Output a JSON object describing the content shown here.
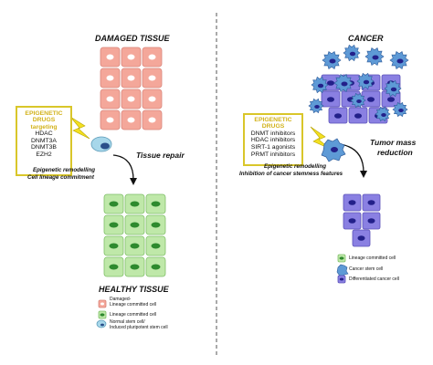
{
  "left_panel": {
    "title": "DAMAGED TISSUE",
    "drugs_box": {
      "heading": [
        "EPIGENETIC",
        "DRUGS"
      ],
      "targeting": "targeting",
      "items": [
        "HDAC",
        "DNMT3A",
        "DNMT3B",
        "EZH2"
      ]
    },
    "step_label": "Tissue repair",
    "process_lines": [
      "Epigenetic remodelling",
      "Cell lineage commitment"
    ],
    "result_title": "HEALTHY TISSUE"
  },
  "right_panel": {
    "title": "CANCER",
    "drugs_box": {
      "heading": [
        "EPIGENETIC",
        "DRUGS"
      ],
      "items": [
        "DNMT inhibitors",
        "HDAC inhibitors",
        "SIRT-1 agonists",
        "PRMT inhibitors"
      ]
    },
    "step_label": [
      "Tumor mass",
      "reduction"
    ],
    "process_lines": [
      "Epigenetic remodelling",
      "Inhibition of cancer stemness features"
    ]
  },
  "left_legend": [
    {
      "key": "damaged",
      "label": [
        "Damaged-",
        "Lineage committed cell"
      ]
    },
    {
      "key": "committed",
      "label": [
        "Lineage committed cell"
      ]
    },
    {
      "key": "stem",
      "label": [
        "Normal stem cell/",
        "Induced pluripotent stem cell"
      ]
    }
  ],
  "right_legend": [
    {
      "key": "committed",
      "label": [
        "Lineage committed cell"
      ]
    },
    {
      "key": "cancer_stem",
      "label": [
        "Cancer stem cell"
      ]
    },
    {
      "key": "differentiated",
      "label": [
        "Differentiated cancer cell"
      ]
    }
  ],
  "colors": {
    "damaged_fill": "#f4a79a",
    "damaged_stroke": "#d9857a",
    "healthy_fill": "#bfe8a9",
    "healthy_stroke": "#7fbf68",
    "nucleus_green": "#2e8a2e",
    "cancer_stem": "#5e9ad6",
    "differentiated_fill": "#8a80e2",
    "differentiated_stroke": "#5a50b8",
    "nucleus_blue": "#23208a",
    "drug_box_border": "#d9c62a",
    "drug_box_heading": "#d2b21a",
    "lightning": "#f3e021"
  },
  "icons": [
    "lightning-icon",
    "stem-cell-icon",
    "down-arrow-icon"
  ]
}
